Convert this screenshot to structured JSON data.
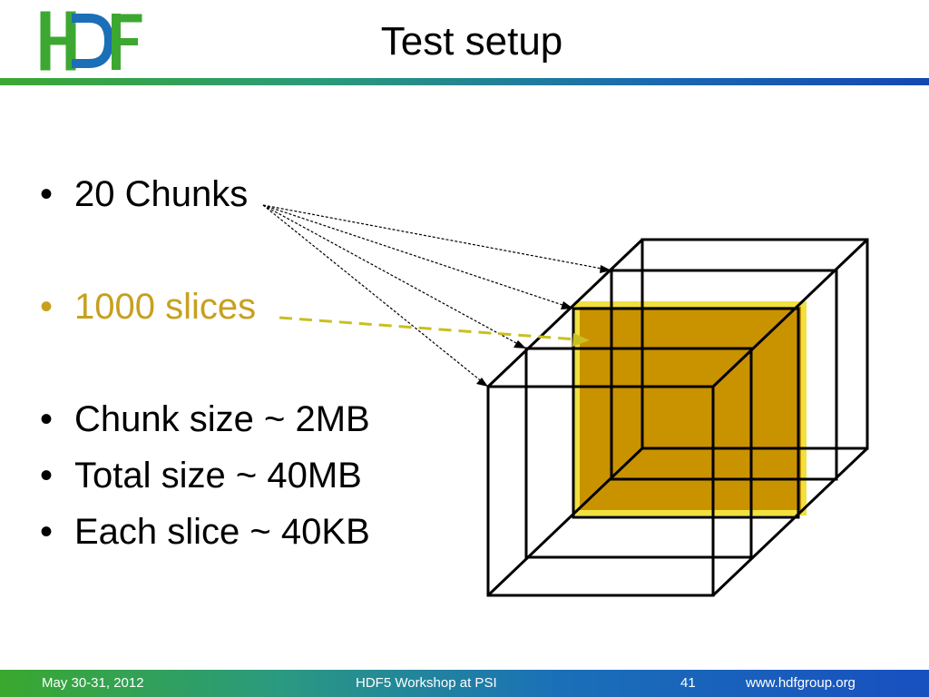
{
  "header": {
    "logo_text": "HDF",
    "title": "Test setup"
  },
  "bullets": [
    {
      "text": "20 Chunks",
      "highlight": false
    },
    {
      "text": "1000 slices",
      "highlight": true
    },
    {
      "text": "Chunk size ~ 2MB",
      "highlight": false
    },
    {
      "text": "Total size ~ 40MB",
      "highlight": false
    },
    {
      "text": "Each slice ~ 40KB",
      "highlight": false
    }
  ],
  "colors": {
    "slice_fill": "#c99300",
    "slice_border": "#f0e040",
    "highlight_text": "#c8a020",
    "logo_green": "#3ca832",
    "logo_blue": "#1b6fb6"
  },
  "footer": {
    "date": "May 30-31, 2012",
    "event": "HDF5 Workshop at PSI",
    "page_number": "41",
    "url": "www.hdfgroup.org"
  }
}
